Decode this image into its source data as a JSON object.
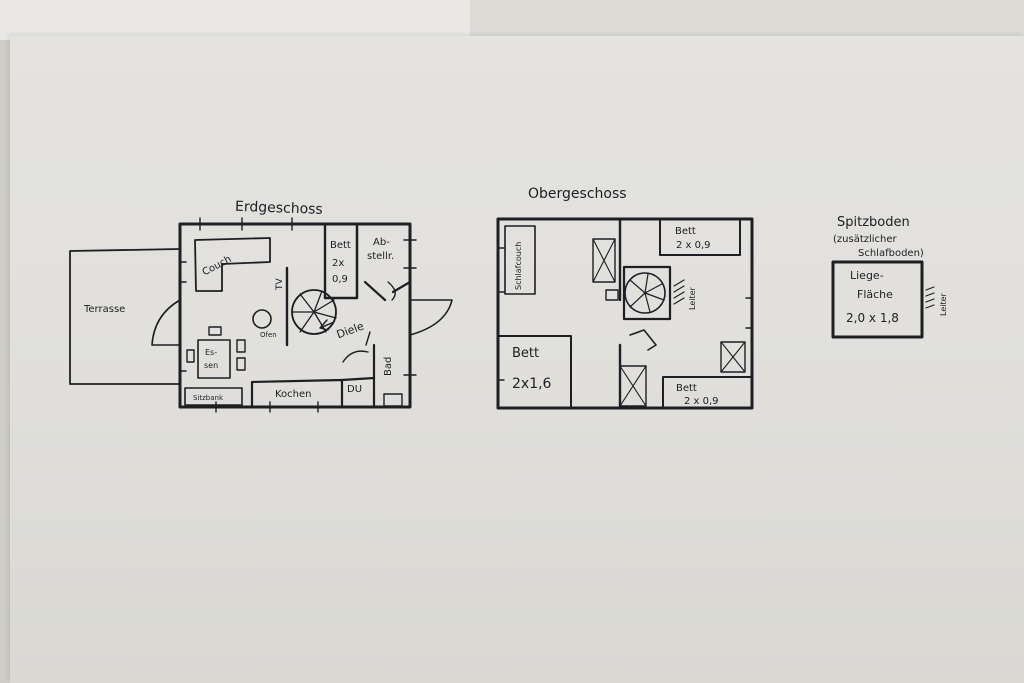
{
  "titles": {
    "ground_floor": "Erdgeschoss",
    "upper_floor": "Obergeschoss",
    "loft": "Spitzboden",
    "loft_note_line1": "(zusätzlicher",
    "loft_note_line2": "Schlafboden)"
  },
  "ground_floor": {
    "terrace": "Terrasse",
    "couch": "Couch",
    "bed_l1": "Bett",
    "bed_l2": "2x",
    "bed_l3": "0,9",
    "storage_l1": "Ab-",
    "storage_l2": "stellr.",
    "tv": "TV",
    "stove": "Ofen",
    "hall": "Diele",
    "dining_l1": "Es-",
    "dining_l2": "sen",
    "bench": "Sitzbank",
    "kitchen": "Kochen",
    "shower": "DU",
    "bath": "Bad"
  },
  "upper_floor": {
    "sofa_bed": "Schlafcouch",
    "bed_top_l1": "Bett",
    "bed_top_l2": "2 x 0,9",
    "ladder": "Leiter",
    "bed_left_l1": "Bett",
    "bed_left_l2": "2x1,6",
    "bed_bottom_l1": "Bett",
    "bed_bottom_l2": "2 x 0,9"
  },
  "loft": {
    "area_l1": "Liege-",
    "area_l2": "Fläche",
    "area_l3": "2,0 x 1,8",
    "ladder": "Leiter"
  },
  "colors": {
    "ink": "#1e1e24",
    "paper": "#e2e1dd"
  }
}
